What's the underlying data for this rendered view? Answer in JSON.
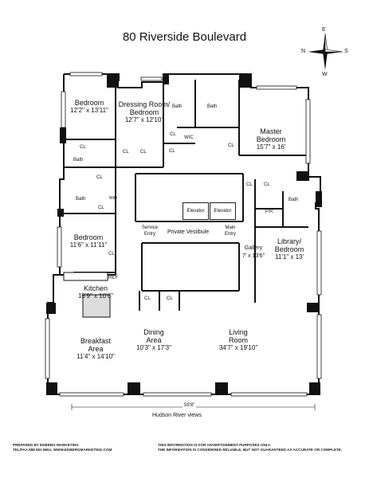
{
  "title": "80 Riverside Boulevard",
  "compass": {
    "n": "N",
    "e": "E",
    "s": "S",
    "w": "W"
  },
  "rooms": {
    "bedroom1": {
      "name": "Bedroom",
      "dim": "12'2\" x 13'11\""
    },
    "dressing": {
      "name": "Dressing Room/\nBedroom",
      "dim": "12'7\" x 12'10\""
    },
    "master": {
      "name": "Master\nBedroom",
      "dim": "15'7\" x 16'"
    },
    "bedroom2": {
      "name": "Bedroom",
      "dim": "11'6\" x 11'11\""
    },
    "library": {
      "name": "Library/\nBedroom",
      "dim": "11'1\" x 13'"
    },
    "gallery": {
      "name": "Gallery",
      "dim": "7' x 13'6\""
    },
    "kitchen": {
      "name": "Kitchen",
      "dim": "15'9\" x 10'6\""
    },
    "breakfast": {
      "name": "Breakfast\nArea",
      "dim": "11'4\" x 14'10\""
    },
    "dining": {
      "name": "Dining\nArea",
      "dim": "10'3\" x 17'3\""
    },
    "living": {
      "name": "Living\nRoom",
      "dim": "34'7\" x 19'10\""
    }
  },
  "small": {
    "bath": "Bath",
    "cl": "CL",
    "wic": "WIC",
    "pr": "P.R.",
    "ref": "REF",
    "wd": "W/D",
    "elevator": "Elevator",
    "service_entry": "Service\nEntry",
    "main_entry": "Main\nEntry",
    "vestibule": "Private Vestibule"
  },
  "dimension": "59'8\"",
  "river": "Hudson River views",
  "footer": {
    "left1": "PREPARED BY EDBERG MARKETING",
    "left2": "TEL/FAX 888 651 8651, WWW.EDBERGMARKETING.COM",
    "right1": "THIS INFORMATION IS FOR ADVERTISEMENT PURPOSES ONLY.",
    "right2": "THE INFORMATION IS CONSIDERED RELIABLE, BUT NOT GUARANTEED AS ACCURATE OR COMPLETE."
  }
}
